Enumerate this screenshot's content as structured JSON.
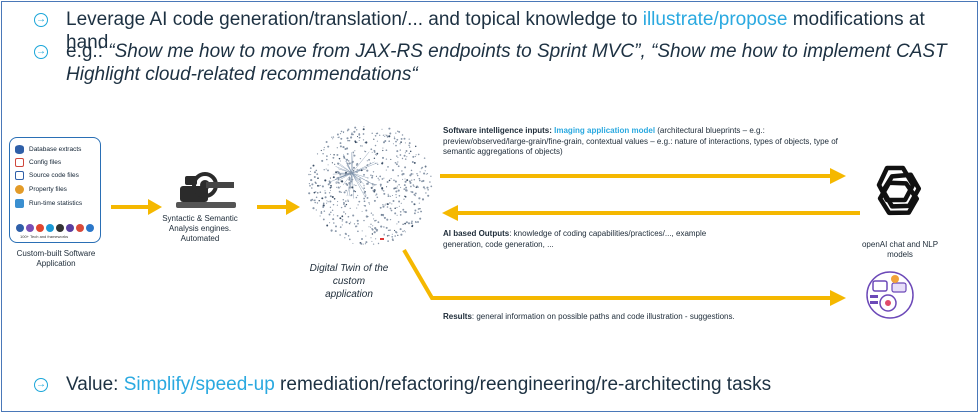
{
  "bullets": {
    "top1": {
      "before": "Leverage AI code generation/translation/... and topical knowledge to ",
      "highlight": "illustrate/propose",
      "after": " modifications at hand"
    },
    "top2": {
      "prefix": "e.g.: ",
      "quote": "“Show me how to  move from JAX-RS endpoints to Sprint MVC”, “Show me how to implement CAST Highlight cloud-related recommendations“"
    },
    "bottom": {
      "prefix": "Value: ",
      "highlight": "Simplify/speed-up",
      "after": " remediation/refactoring/reengineering/re-architecting tasks"
    }
  },
  "source_panel": {
    "items": [
      "Database extracts",
      "Config files",
      "Source code files",
      "Property files",
      "Run-time statistics"
    ],
    "logo_caption": "100+ Tech and frameworks",
    "caption": "Custom-built Software Application"
  },
  "analysis": {
    "caption": "Syntactic & Semantic Analysis engines. Automated"
  },
  "twin": {
    "caption": "Digital Twin of the custom application"
  },
  "flows": {
    "inputs": {
      "title": "Software intelligence inputs:",
      "highlight": "Imaging application model",
      "text": " (architectural blueprints – e.g.: preview/observed/large-grain/fine-grain, contextual values – e.g.: nature of interactions, types of objects, type of semantic aggregations of objects)"
    },
    "outputs": {
      "title": "AI based Outputs",
      "text": ": knowledge of coding capabilities/practices/..., example generation, code generation, ..."
    },
    "results": {
      "title": "Results",
      "text": ": general information on possible paths and code illustration - suggestions."
    }
  },
  "ai": {
    "caption": "openAI chat and NLP models"
  },
  "colors": {
    "arrow": "#f5b800",
    "accent": "#2aa9e0",
    "border": "#4a78b8"
  }
}
